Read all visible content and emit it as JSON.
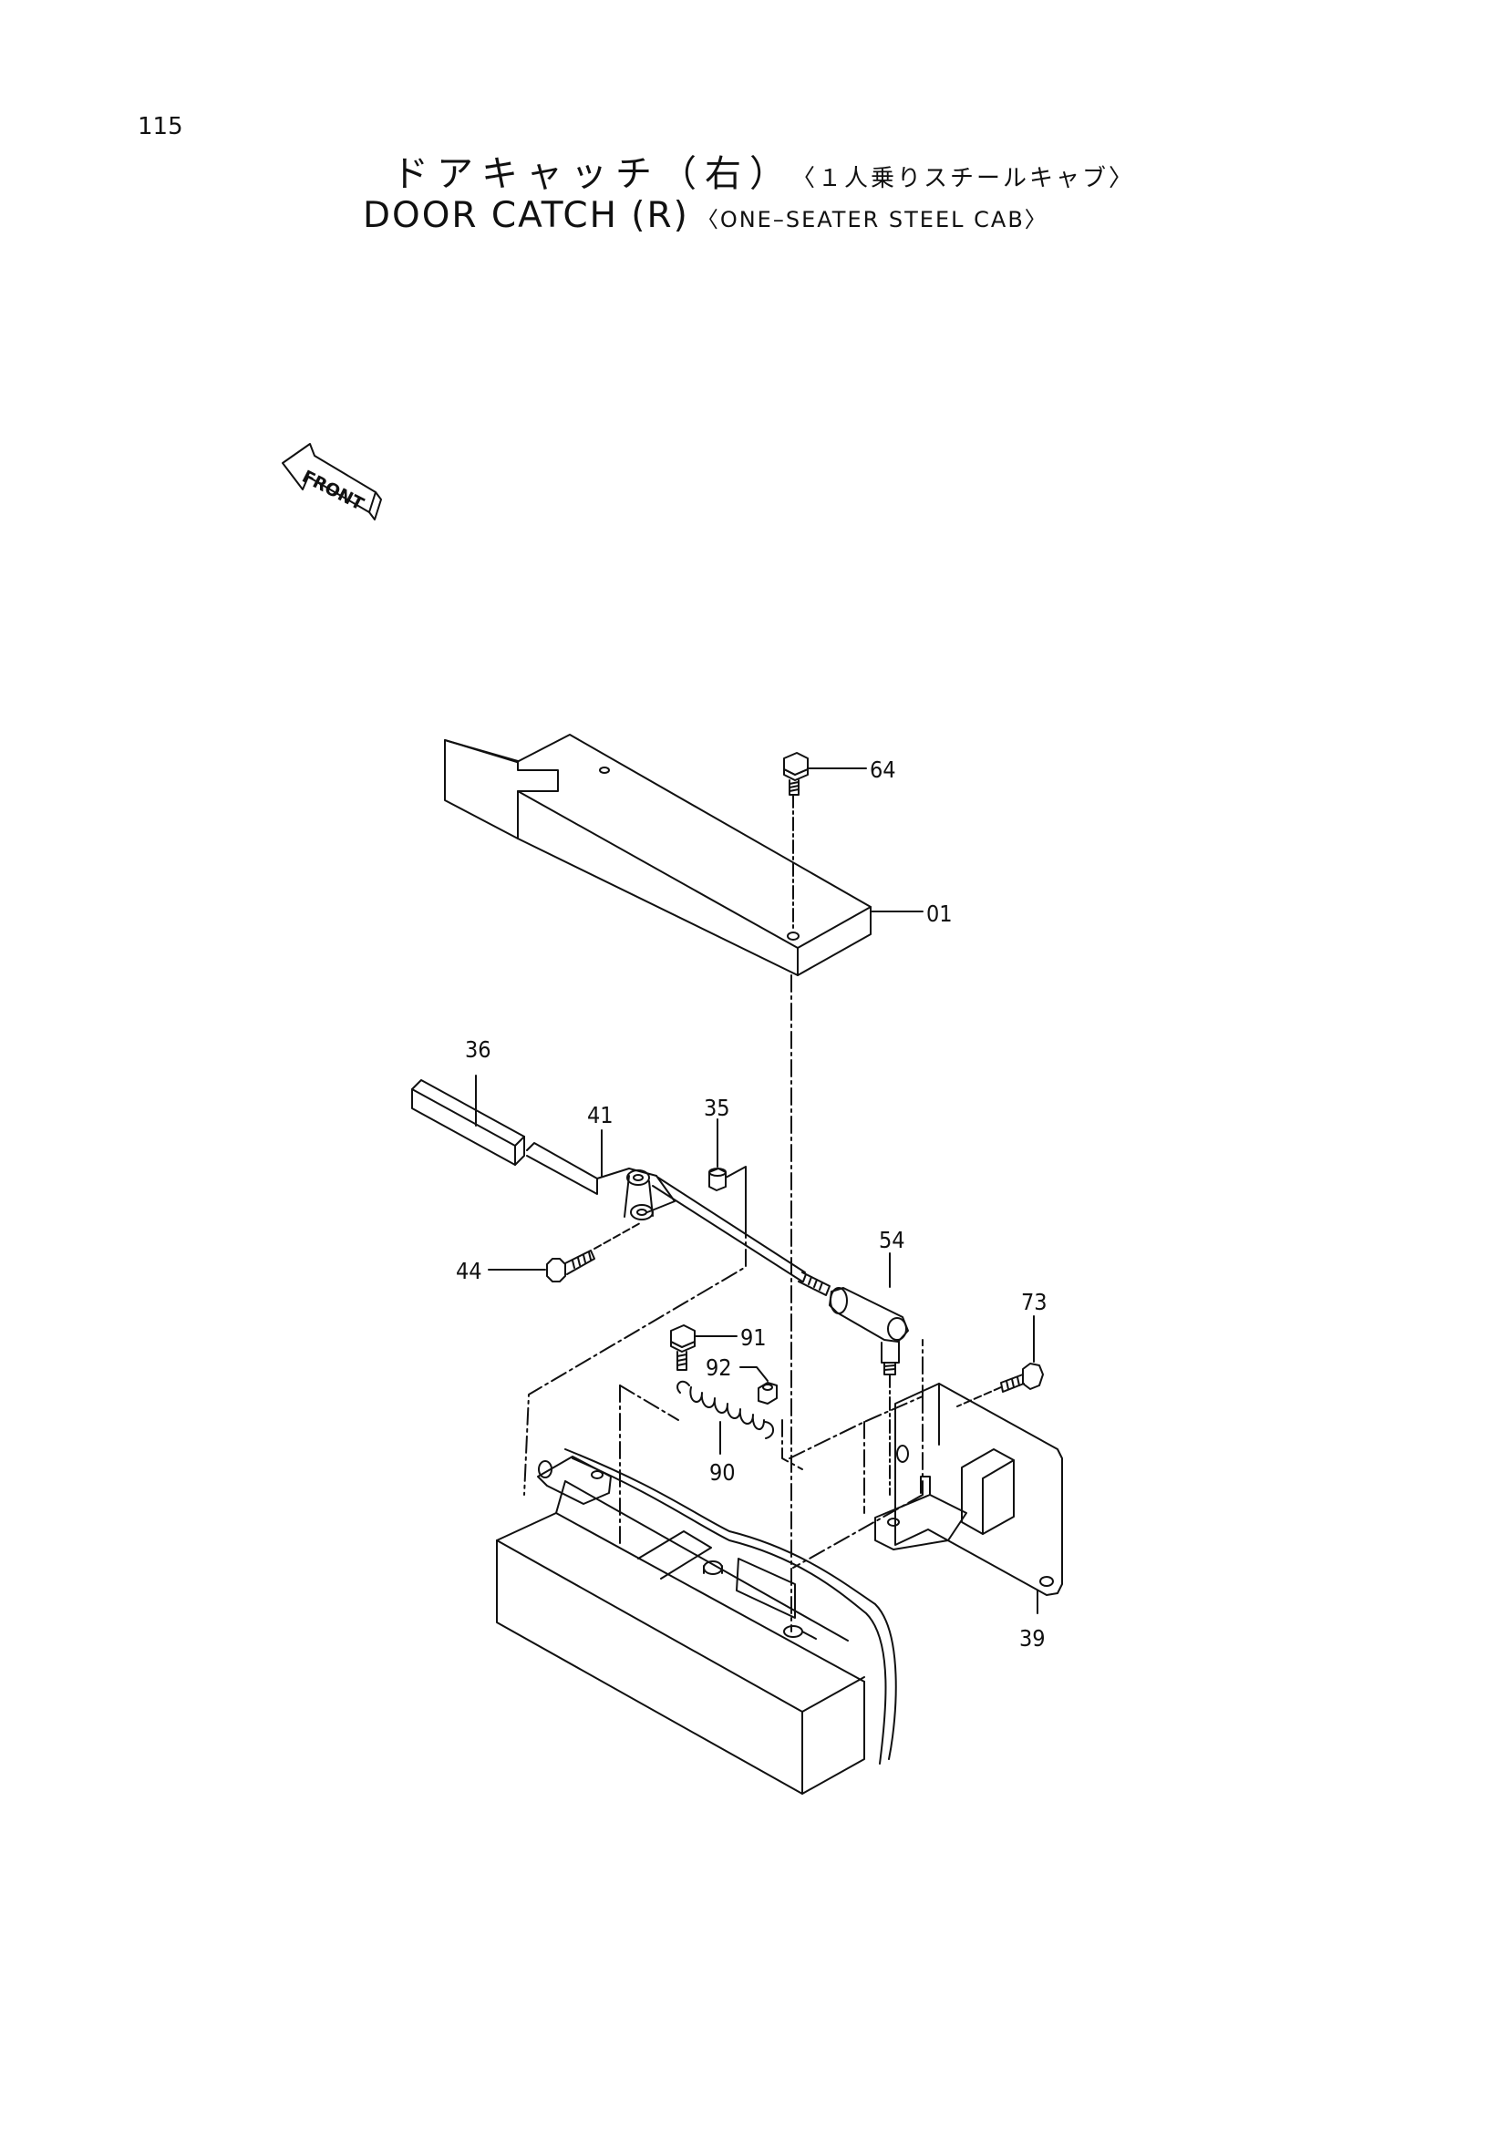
{
  "page": {
    "number": "115"
  },
  "title": {
    "jp_main": "ドアキャッチ（右）",
    "jp_sub": "〈１人乗りスチールキャブ〉",
    "en_main": "DOOR CATCH (R)",
    "en_sub": "〈ONE–SEATER STEEL CAB〉"
  },
  "front_marker": {
    "text": "FRONT"
  },
  "parts": [
    {
      "id": "64",
      "label": "64"
    },
    {
      "id": "01",
      "label": "01"
    },
    {
      "id": "36",
      "label": "36"
    },
    {
      "id": "41",
      "label": "41"
    },
    {
      "id": "35",
      "label": "35"
    },
    {
      "id": "54",
      "label": "54"
    },
    {
      "id": "44",
      "label": "44"
    },
    {
      "id": "73",
      "label": "73"
    },
    {
      "id": "91",
      "label": "91"
    },
    {
      "id": "92",
      "label": "92"
    },
    {
      "id": "90",
      "label": "90"
    },
    {
      "id": "39",
      "label": "39"
    }
  ]
}
